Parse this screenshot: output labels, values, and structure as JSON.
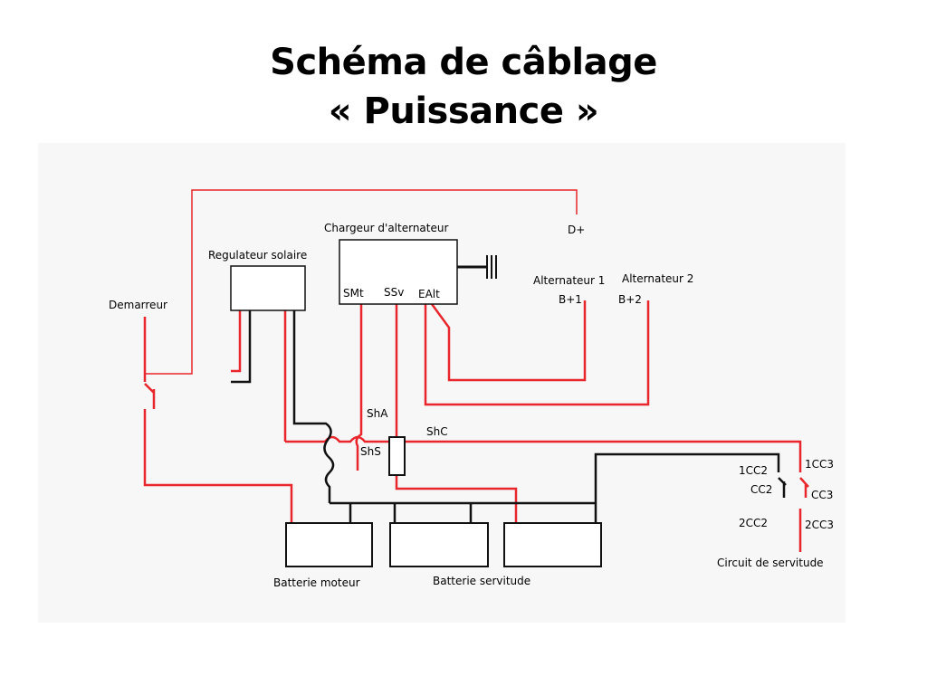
{
  "title": {
    "line1": "Schéma de câblage",
    "line2": "« Puissance »"
  },
  "labels": {
    "demarreur": "Demarreur",
    "regulateur": "Regulateur solaire",
    "chargeur": "Chargeur d'alternateur",
    "d_plus": "D+",
    "alternateur1": "Alternateur 1",
    "alternateur2": "Alternateur 2",
    "b_plus1": "B+1",
    "b_plus2": "B+2",
    "smt": "SMt",
    "ssv": "SSv",
    "ealt": "EAlt",
    "sha": "ShA",
    "shc": "ShC",
    "shs": "ShS",
    "cc2_1": "1CC2",
    "cc2": "CC2",
    "cc2_2": "2CC2",
    "cc3_1": "1CC3",
    "cc3": "CC3",
    "cc3_2": "2CC3",
    "circuit": "Circuit de servitude",
    "batterie_moteur": "Batterie moteur",
    "batterie_servitude": "Batterie servitude"
  },
  "colors": {
    "wire_red": "#e8262b",
    "wire_black": "#111111",
    "panel_bg": "#f7f7f7"
  }
}
